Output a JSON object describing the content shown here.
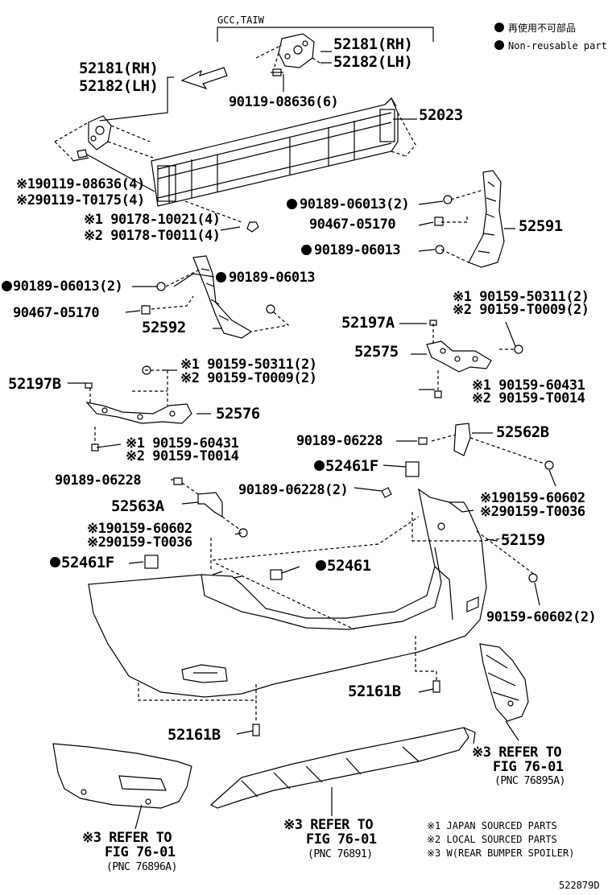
{
  "header": {
    "gcc_label": "GCC,TAIW",
    "legend_jp": "再使用不可部品",
    "legend_en": "Non-reusable part"
  },
  "labels": {
    "p52181_rh_top": "52181(RH)",
    "p52182_lh_top": "52182(LH)",
    "p52181_rh_left": "52181(RH)",
    "p52182_lh_left": "52182(LH)",
    "p90119_08636_6": "90119-08636(6)",
    "p52023": "52023",
    "p90119_08636_4": "90119-08636(4)",
    "p90119_t0175_4": "90119-T0175(4)",
    "p90178_10021_4": "90178-10021(4)",
    "p90178_t0011_4": "90178-T0011(4)",
    "p90189_06013_2_r": "90189-06013(2)",
    "p90467_05170_r": "90467-05170",
    "p52591": "52591",
    "p90189_06013_r": "90189-06013",
    "p90189_06013_2_l": "90189-06013(2)",
    "p90189_06013_l": "90189-06013",
    "p90467_05170_l": "90467-05170",
    "p52592": "52592",
    "p90159_50311_2_r": "90159-50311(2)",
    "p90159_t0009_2_r": "90159-T0009(2)",
    "p52197a": "52197A",
    "p52575": "52575",
    "p90159_60431_r": "90159-60431",
    "p90159_t0014_r": "90159-T0014",
    "p90159_50311_2_l": "90159-50311(2)",
    "p90159_t0009_2_l": "90159-T0009(2)",
    "p52197b": "52197B",
    "p52576": "52576",
    "p90159_60431_l": "90159-60431",
    "p90159_t0014_l": "90159-T0014",
    "p90189_06228_r": "90189-06228",
    "p52562b": "52562B",
    "p52461f_top": "52461F",
    "p90189_06228_l": "90189-06228",
    "p90189_06228_2": "90189-06228(2)",
    "p90159_60602_r": "90159-60602",
    "p90159_t0036_r": "90159-T0036",
    "p52563a": "52563A",
    "p52159": "52159",
    "p90159_60602_l": "90159-60602",
    "p90159_t0036_l": "90159-T0036",
    "p52461f_left": "52461F",
    "p52461": "52461",
    "p90159_60602_2": "90159-60602(2)",
    "p52161b_mid": "52161B",
    "p52161b_low": "52161B",
    "refer_right_1": "REFER TO",
    "refer_right_2": "FIG 76-01",
    "refer_right_3": "(PNC 76895A)",
    "refer_mid_1": "REFER TO",
    "refer_mid_2": "FIG 76-01",
    "refer_mid_3": "(PNC 76891)",
    "refer_left_1": "REFER TO",
    "refer_left_2": "FIG 76-01",
    "refer_left_3": "(PNC 76896A)",
    "note1_mark": "※1",
    "note2_mark": "※2",
    "note3_mark": "※3",
    "note_1": "JAPAN SOURCED PARTS",
    "note_2": "LOCAL SOURCED PARTS",
    "note_3": "W(REAR BUMPER SPOILER)",
    "figure_code": "522879D"
  }
}
